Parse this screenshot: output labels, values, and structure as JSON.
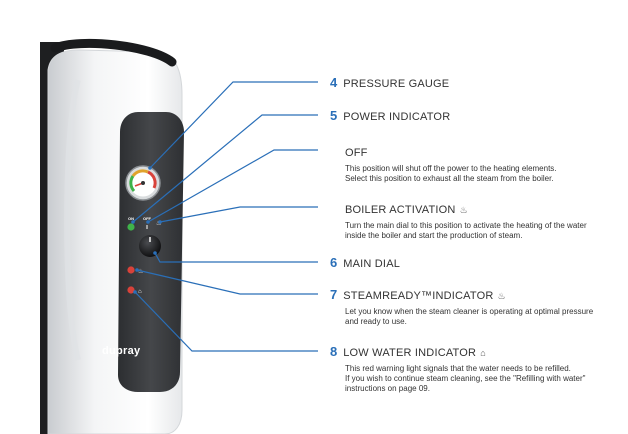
{
  "brand": "dupray",
  "dial_labels": {
    "on": "ON",
    "off": "OFF"
  },
  "callouts": [
    {
      "number": "4",
      "title": "PRESSURE GAUGE",
      "glyph": "",
      "description": ""
    },
    {
      "number": "5",
      "title": "POWER INDICATOR",
      "glyph": "",
      "description": ""
    },
    {
      "number": "",
      "title": "OFF",
      "glyph": "",
      "description": "This position will shut off the power to the heating elements.\nSelect this position to exhaust all the steam from the boiler."
    },
    {
      "number": "",
      "title": "BOILER ACTIVATION",
      "glyph": "♨",
      "description": "Turn the main dial to this position to activate the heating of the water\ninside the boiler and start the production of steam."
    },
    {
      "number": "6",
      "title": "MAIN DIAL",
      "glyph": "",
      "description": ""
    },
    {
      "number": "7",
      "title": "STEAMREADY™INDICATOR",
      "glyph": "♨",
      "description": "Let you know when the steam cleaner is operating at optimal pressure\nand ready to use."
    },
    {
      "number": "8",
      "title": "LOW WATER INDICATOR",
      "glyph": "⌂",
      "description": "This red warning light signals that the water needs to be refilled.\nIf you wish to continue steam cleaning, see the \"Refilling with water\"\ninstructions on page 09."
    }
  ],
  "colors": {
    "callout_line": "#2a6fb8",
    "panel": "#3b3d40",
    "body_white": "#ffffff",
    "power_led": "#3fb24a",
    "red_led": "#d8423a"
  }
}
